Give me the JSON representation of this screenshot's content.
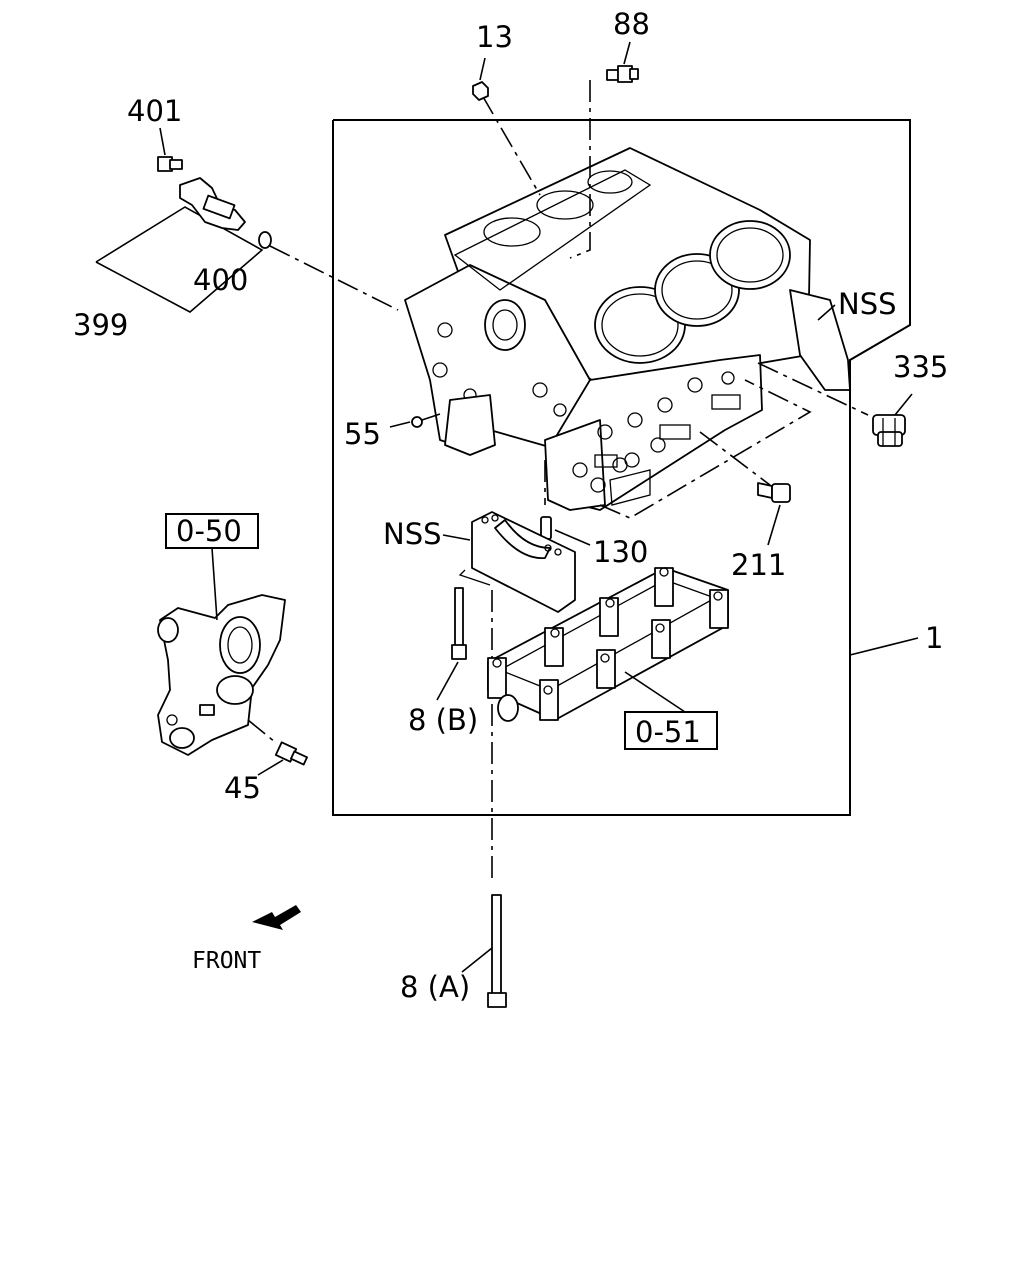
{
  "callouts": {
    "c13": "13",
    "c88": "88",
    "c401": "401",
    "c400": "400",
    "c399": "399",
    "cNSS1": "NSS",
    "c335": "335",
    "c55": "55",
    "cNSS2": "NSS",
    "c130": "130",
    "c211": "211",
    "c050": "0-50",
    "c1": "1",
    "c8B": "8 (B)",
    "c051": "0-51",
    "c45": "45",
    "c8A": "8 (A)"
  },
  "front_label": "FRONT"
}
